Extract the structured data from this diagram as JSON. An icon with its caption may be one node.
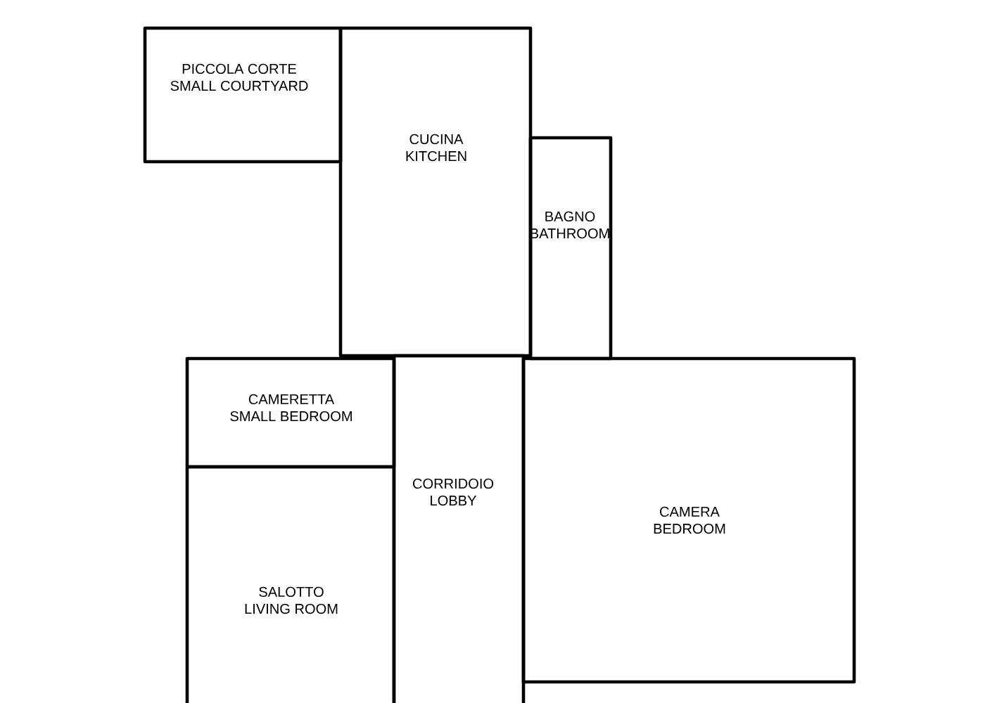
{
  "diagram": {
    "nodes": [
      {
        "text": [
          "PICCOLA CORTE",
          "SMALL COURTYARD"
        ]
      },
      {
        "text": [
          "CUCINA",
          "KITCHEN"
        ]
      },
      {
        "text": [
          "BAGNO",
          "BATHROOM"
        ]
      },
      {
        "text": [
          "CAMERETTA",
          "SMALL BEDROOM"
        ]
      },
      {
        "text": [
          "CORRIDOIO",
          "LOBBY"
        ]
      },
      {
        "text": [
          "SALOTTO",
          "LIVING ROOM"
        ]
      },
      {
        "text": [
          "CAMERA",
          "BEDROOM"
        ]
      }
    ]
  }
}
